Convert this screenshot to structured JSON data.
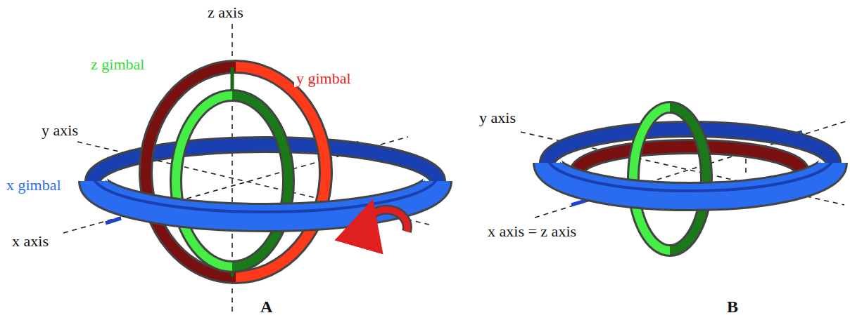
{
  "diagram": {
    "labels": [
      "z axis",
      "z gimbal",
      "y gimbal",
      "y axis",
      "x gimbal",
      "x axis",
      "A",
      "y axis",
      "x axis = z axis",
      "B"
    ]
  }
}
